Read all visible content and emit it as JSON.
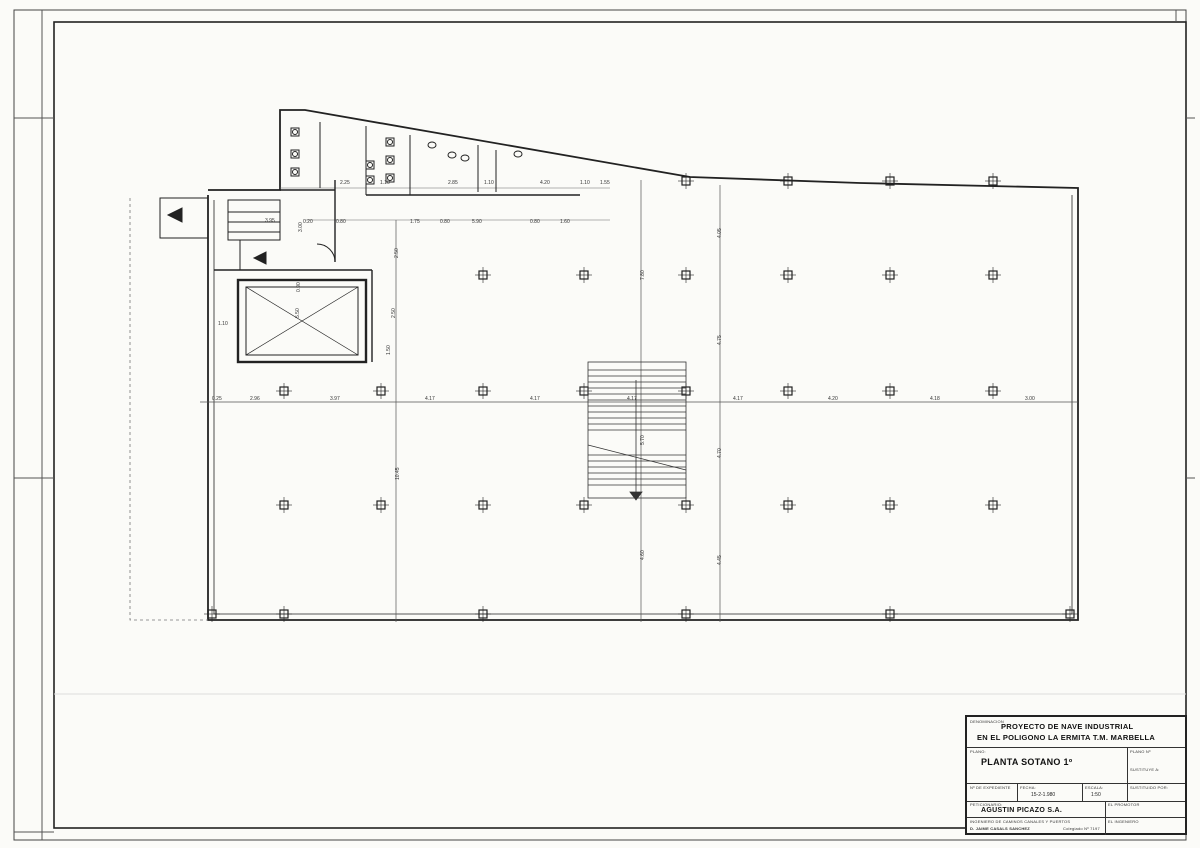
{
  "drawing": {
    "dims_top_row": [
      "2.25",
      "2.85",
      "4.20",
      "1.10",
      "1.55",
      "1.10",
      "1.10"
    ],
    "dims_second_row": [
      "0.20",
      "0.80",
      "1.75",
      "0.80",
      "5.90",
      "0.80",
      "1.60"
    ],
    "dims_axis_row": [
      "0.25",
      "2.96",
      "3.97",
      "4.17",
      "4.17",
      "4.17",
      "4.17",
      "4.20",
      "4.18",
      "3.00"
    ],
    "dims_vertical": [
      "4.05",
      "4.75",
      "4.70",
      "4.45",
      "7.80",
      "5.70",
      "4.60",
      "10.45"
    ],
    "dims_left": [
      "3.95",
      "1.10",
      "5.50",
      "2.50",
      "2.50",
      "1.50",
      "0.90",
      "3.00"
    ]
  },
  "title_block": {
    "denominacion_label": "DENOMINACION",
    "project_line1": "PROYECTO DE NAVE INDUSTRIAL",
    "project_line2": "EN EL POLIGONO LA ERMITA  T.M. MARBELLA",
    "plano_label": "PLANO:",
    "plano_num_label": "PLANO Nº",
    "plano_name": "PLANTA SOTANO 1º",
    "sustituye_label": "SUSTITUYE A:",
    "sustituido_label": "SUSTITUIDO POR:",
    "expediente_label": "Nº DE EXPEDIENTE",
    "fecha_label": "FECHA:",
    "fecha_value": "15-2-1.980",
    "escala_label": "ESCALA:",
    "escala_value": "1:50",
    "peticionario_label": "PETICIONARIO:",
    "client_name": "AGUSTIN PICAZO S.A.",
    "promotor_label": "EL PROMOTOR",
    "ingeniero_line": "INGENIERO DE CAMINOS CANALES Y PUERTOS",
    "engineer_name": "D. JAIME CASALS SANCHEZ",
    "colegiado": "Colegiado Nº 7197",
    "ingeniero_label": "EL INGENIERO"
  }
}
